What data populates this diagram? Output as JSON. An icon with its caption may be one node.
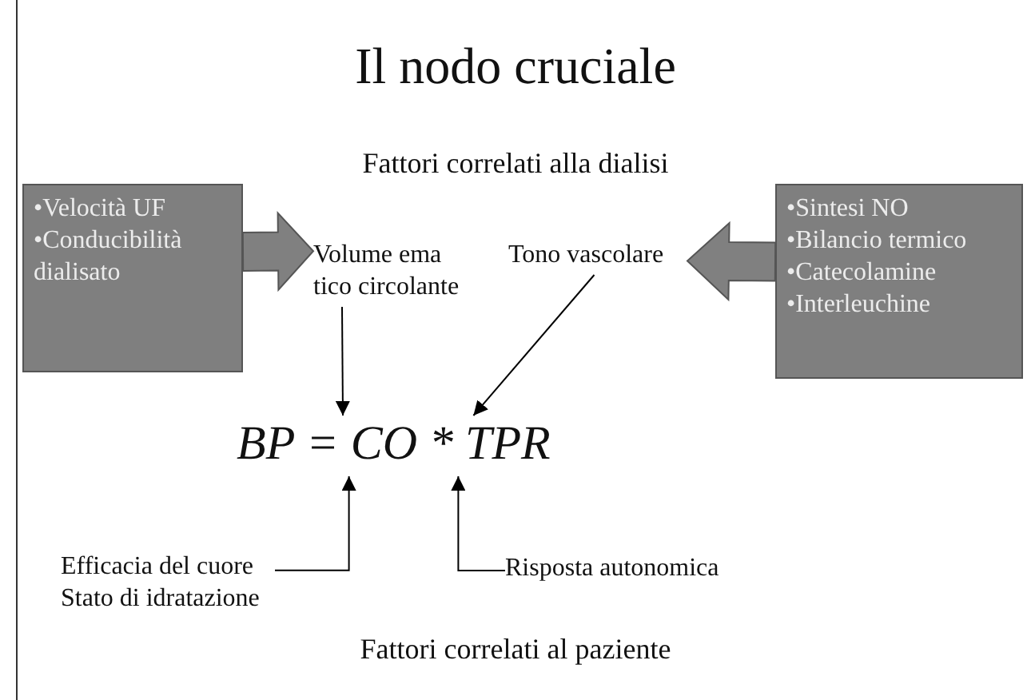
{
  "diagram": {
    "title": "Il nodo cruciale",
    "nodes": [
      {
        "text": [
          "•Velocità UF",
          "•Conducibilità dialisato"
        ]
      },
      {
        "text": [
          "Volume ema tico circolante"
        ]
      },
      {
        "text": [
          "Tono vascolare"
        ]
      },
      {
        "text": [
          "•Sintesi NO",
          "•Bilancio termico",
          "•Catecolamine",
          "•Interleuchine"
        ]
      },
      {
        "text": [
          "BP = CO * TPR"
        ]
      },
      {
        "text": [
          "Efficacia del cuore",
          "Stato di idratazione"
        ]
      },
      {
        "text": [
          "Risposta autonomica"
        ]
      }
    ],
    "edges": [
      {
        "from": 0,
        "to": 1,
        "arrow": "to",
        "style": "thick",
        "color": "#808080"
      },
      {
        "from": 3,
        "to": 2,
        "arrow": "to",
        "style": "thick",
        "color": "#808080"
      },
      {
        "from": 1,
        "to": 4,
        "arrow": "to"
      },
      {
        "from": 2,
        "to": 4,
        "arrow": "to"
      },
      {
        "from": 5,
        "to": 4,
        "arrow": "to"
      },
      {
        "from": 6,
        "to": 4,
        "arrow": "to"
      }
    ],
    "labels": [
      "Fattori correlati alla dialisi",
      "Fattori correlati al paziente"
    ]
  }
}
